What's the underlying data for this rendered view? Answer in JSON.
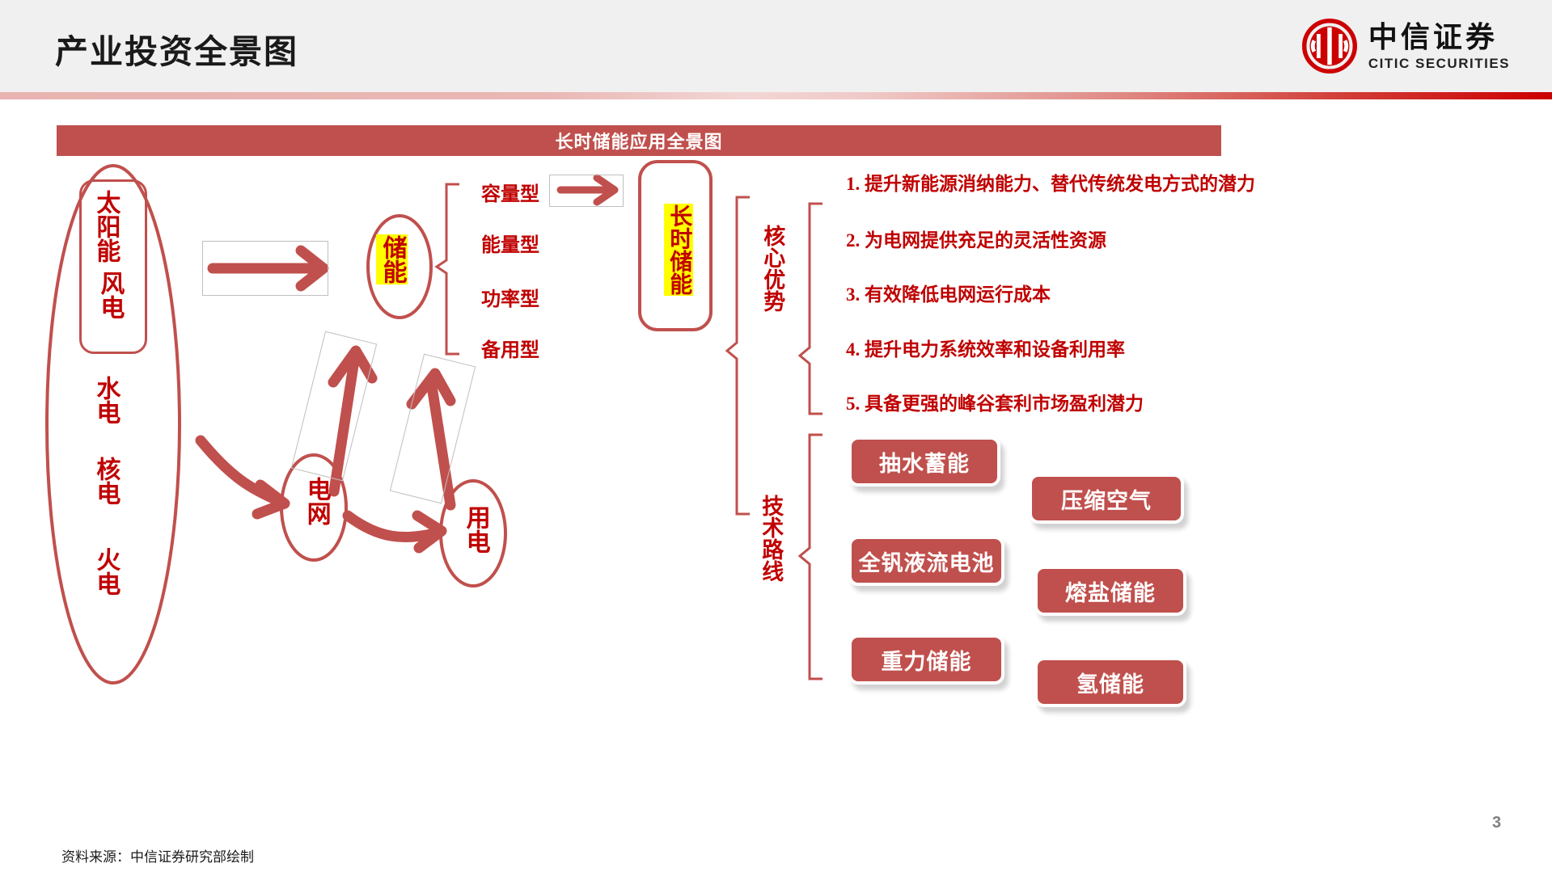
{
  "header": {
    "title": "产业投资全景图",
    "logo": {
      "cn": "中信证券",
      "en": "CITIC SECURITIES",
      "mark": "citic-logo-icon"
    }
  },
  "banner": {
    "title": "长时储能应用全景图"
  },
  "colors": {
    "brand_red": "#c0504d",
    "text_red": "#c00000",
    "highlight_yellow": "#ffff00",
    "header_bg": "#f0f0f0",
    "pill_bg": "#c0504d"
  },
  "diagram": {
    "sources_group": {
      "inner_box_items": [
        "太阳能",
        "风电"
      ],
      "outer_items": [
        "水电",
        "核电",
        "火电"
      ]
    },
    "storage_node": {
      "label": "储能",
      "highlighted": true
    },
    "grid_node": {
      "label": "电网"
    },
    "load_node": {
      "label": "用电"
    },
    "long_duration_node": {
      "label": "长时储能",
      "highlighted": true
    },
    "storage_types": [
      "容量型",
      "能量型",
      "功率型",
      "备用型"
    ]
  },
  "right_panel": {
    "core_advantage_label": "核心优势",
    "advantages": [
      "1. 提升新能源消纳能力、替代传统发电方式的潜力",
      "2. 为电网提供充足的灵活性资源",
      "3. 有效降低电网运行成本",
      "4. 提升电力系统效率和设备利用率",
      "5. 具备更强的峰谷套利市场盈利潜力"
    ],
    "tech_route_label": "技术路线",
    "tech_routes": [
      "抽水蓄能",
      "压缩空气",
      "全钒液流电池",
      "熔盐储能",
      "重力储能",
      "氢储能"
    ]
  },
  "footer": {
    "source": "资料来源：中信证券研究部绘制",
    "page": "3"
  }
}
